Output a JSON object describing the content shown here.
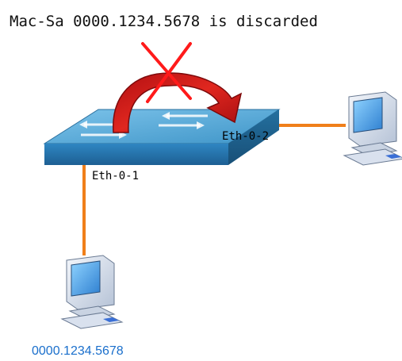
{
  "diagram": {
    "title": "Mac-Sa 0000.1234.5678 is discarded",
    "switch": {
      "port_1": "Eth-0-1",
      "port_2": "Eth-0-2"
    },
    "host_bottom": {
      "mac_label": "0000.1234.5678"
    },
    "colors": {
      "link": "#f07f1a",
      "switch_top": "#4fa7d6",
      "switch_front": "#2b7ab4",
      "arrow": "#d7191c",
      "cross": "#ff1a1a",
      "mac_label": "#1a6fcc"
    },
    "icons": {
      "drop": "cross-icon",
      "forward": "curved-arrow-icon",
      "device": "computer-icon"
    }
  }
}
